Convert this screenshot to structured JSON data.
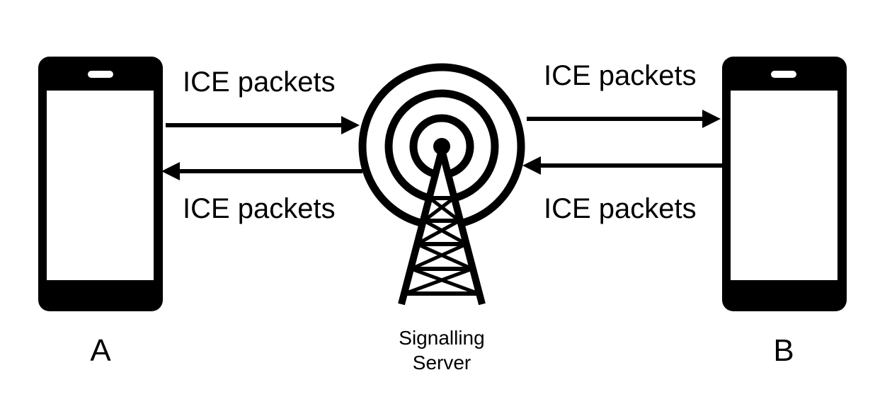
{
  "nodes": {
    "device_a": {
      "label": "A"
    },
    "device_b": {
      "label": "B"
    },
    "server": {
      "label_line1": "Signalling",
      "label_line2": "Server"
    }
  },
  "edges": {
    "a_to_server": {
      "label": "ICE packets",
      "direction": "A -> Signalling Server"
    },
    "server_to_a": {
      "label": "ICE packets",
      "direction": "Signalling Server -> A"
    },
    "server_to_b": {
      "label": "ICE packets",
      "direction": "Signalling Server -> B"
    },
    "b_to_server": {
      "label": "ICE packets",
      "direction": "B -> Signalling Server"
    }
  },
  "icons": {
    "phone_a": "smartphone-icon",
    "phone_b": "smartphone-icon",
    "tower": "radio-tower-icon"
  },
  "colors": {
    "ink": "#000000",
    "background": "#ffffff"
  }
}
